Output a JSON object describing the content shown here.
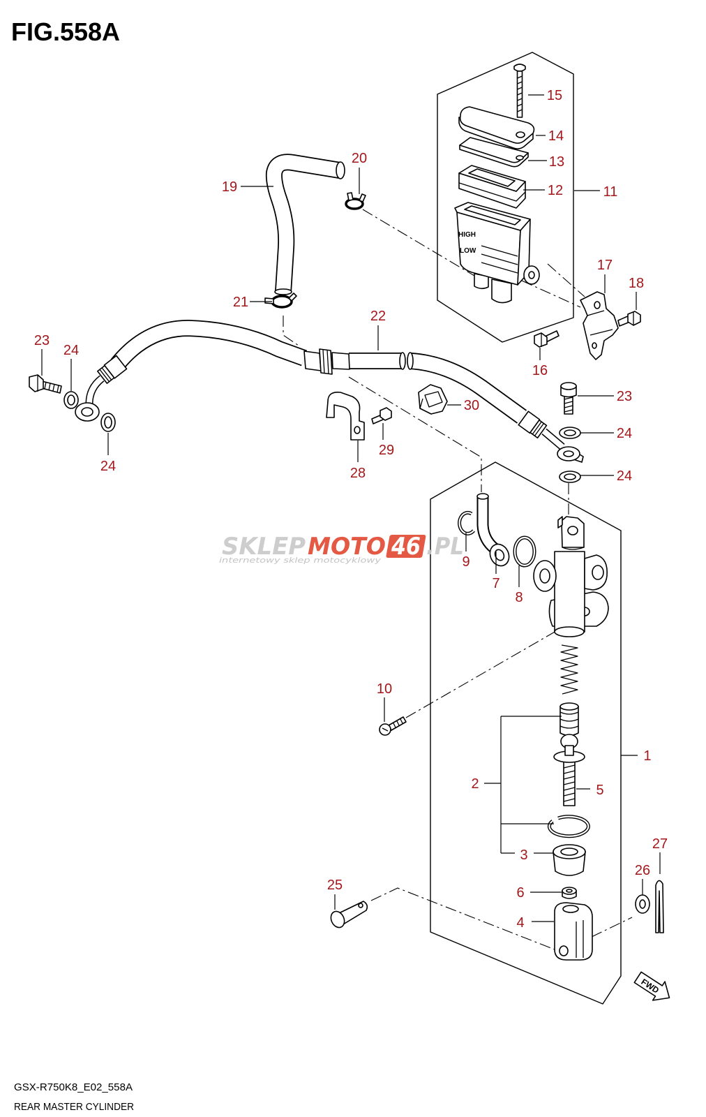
{
  "figure": {
    "title": "FIG.558A",
    "code": "GSX-R750K8_E02_558A",
    "caption": "REAR MASTER CYLINDER"
  },
  "reservoir": {
    "high_mark": "HIGH",
    "low_mark": "LOW"
  },
  "fwd_arrow": {
    "label": "FWD"
  },
  "watermark": {
    "part1": "SKLEP",
    "part2": "MOTO",
    "part3": "46",
    "part4": ".PL",
    "tagline": "internetowy sklep motocyklowy"
  },
  "colors": {
    "callout": "#a3171b",
    "linework": "#000000",
    "watermark_red": "#e2482f",
    "watermark_grey": "#c8c8c8"
  },
  "callouts": [
    "15",
    "14",
    "13",
    "12",
    "11",
    "19",
    "20",
    "17",
    "18",
    "21",
    "22",
    "16",
    "23",
    "24",
    "24",
    "23",
    "24",
    "24",
    "30",
    "29",
    "28",
    "9",
    "7",
    "8",
    "10",
    "1",
    "2",
    "5",
    "3",
    "6",
    "4",
    "25",
    "26",
    "27"
  ]
}
